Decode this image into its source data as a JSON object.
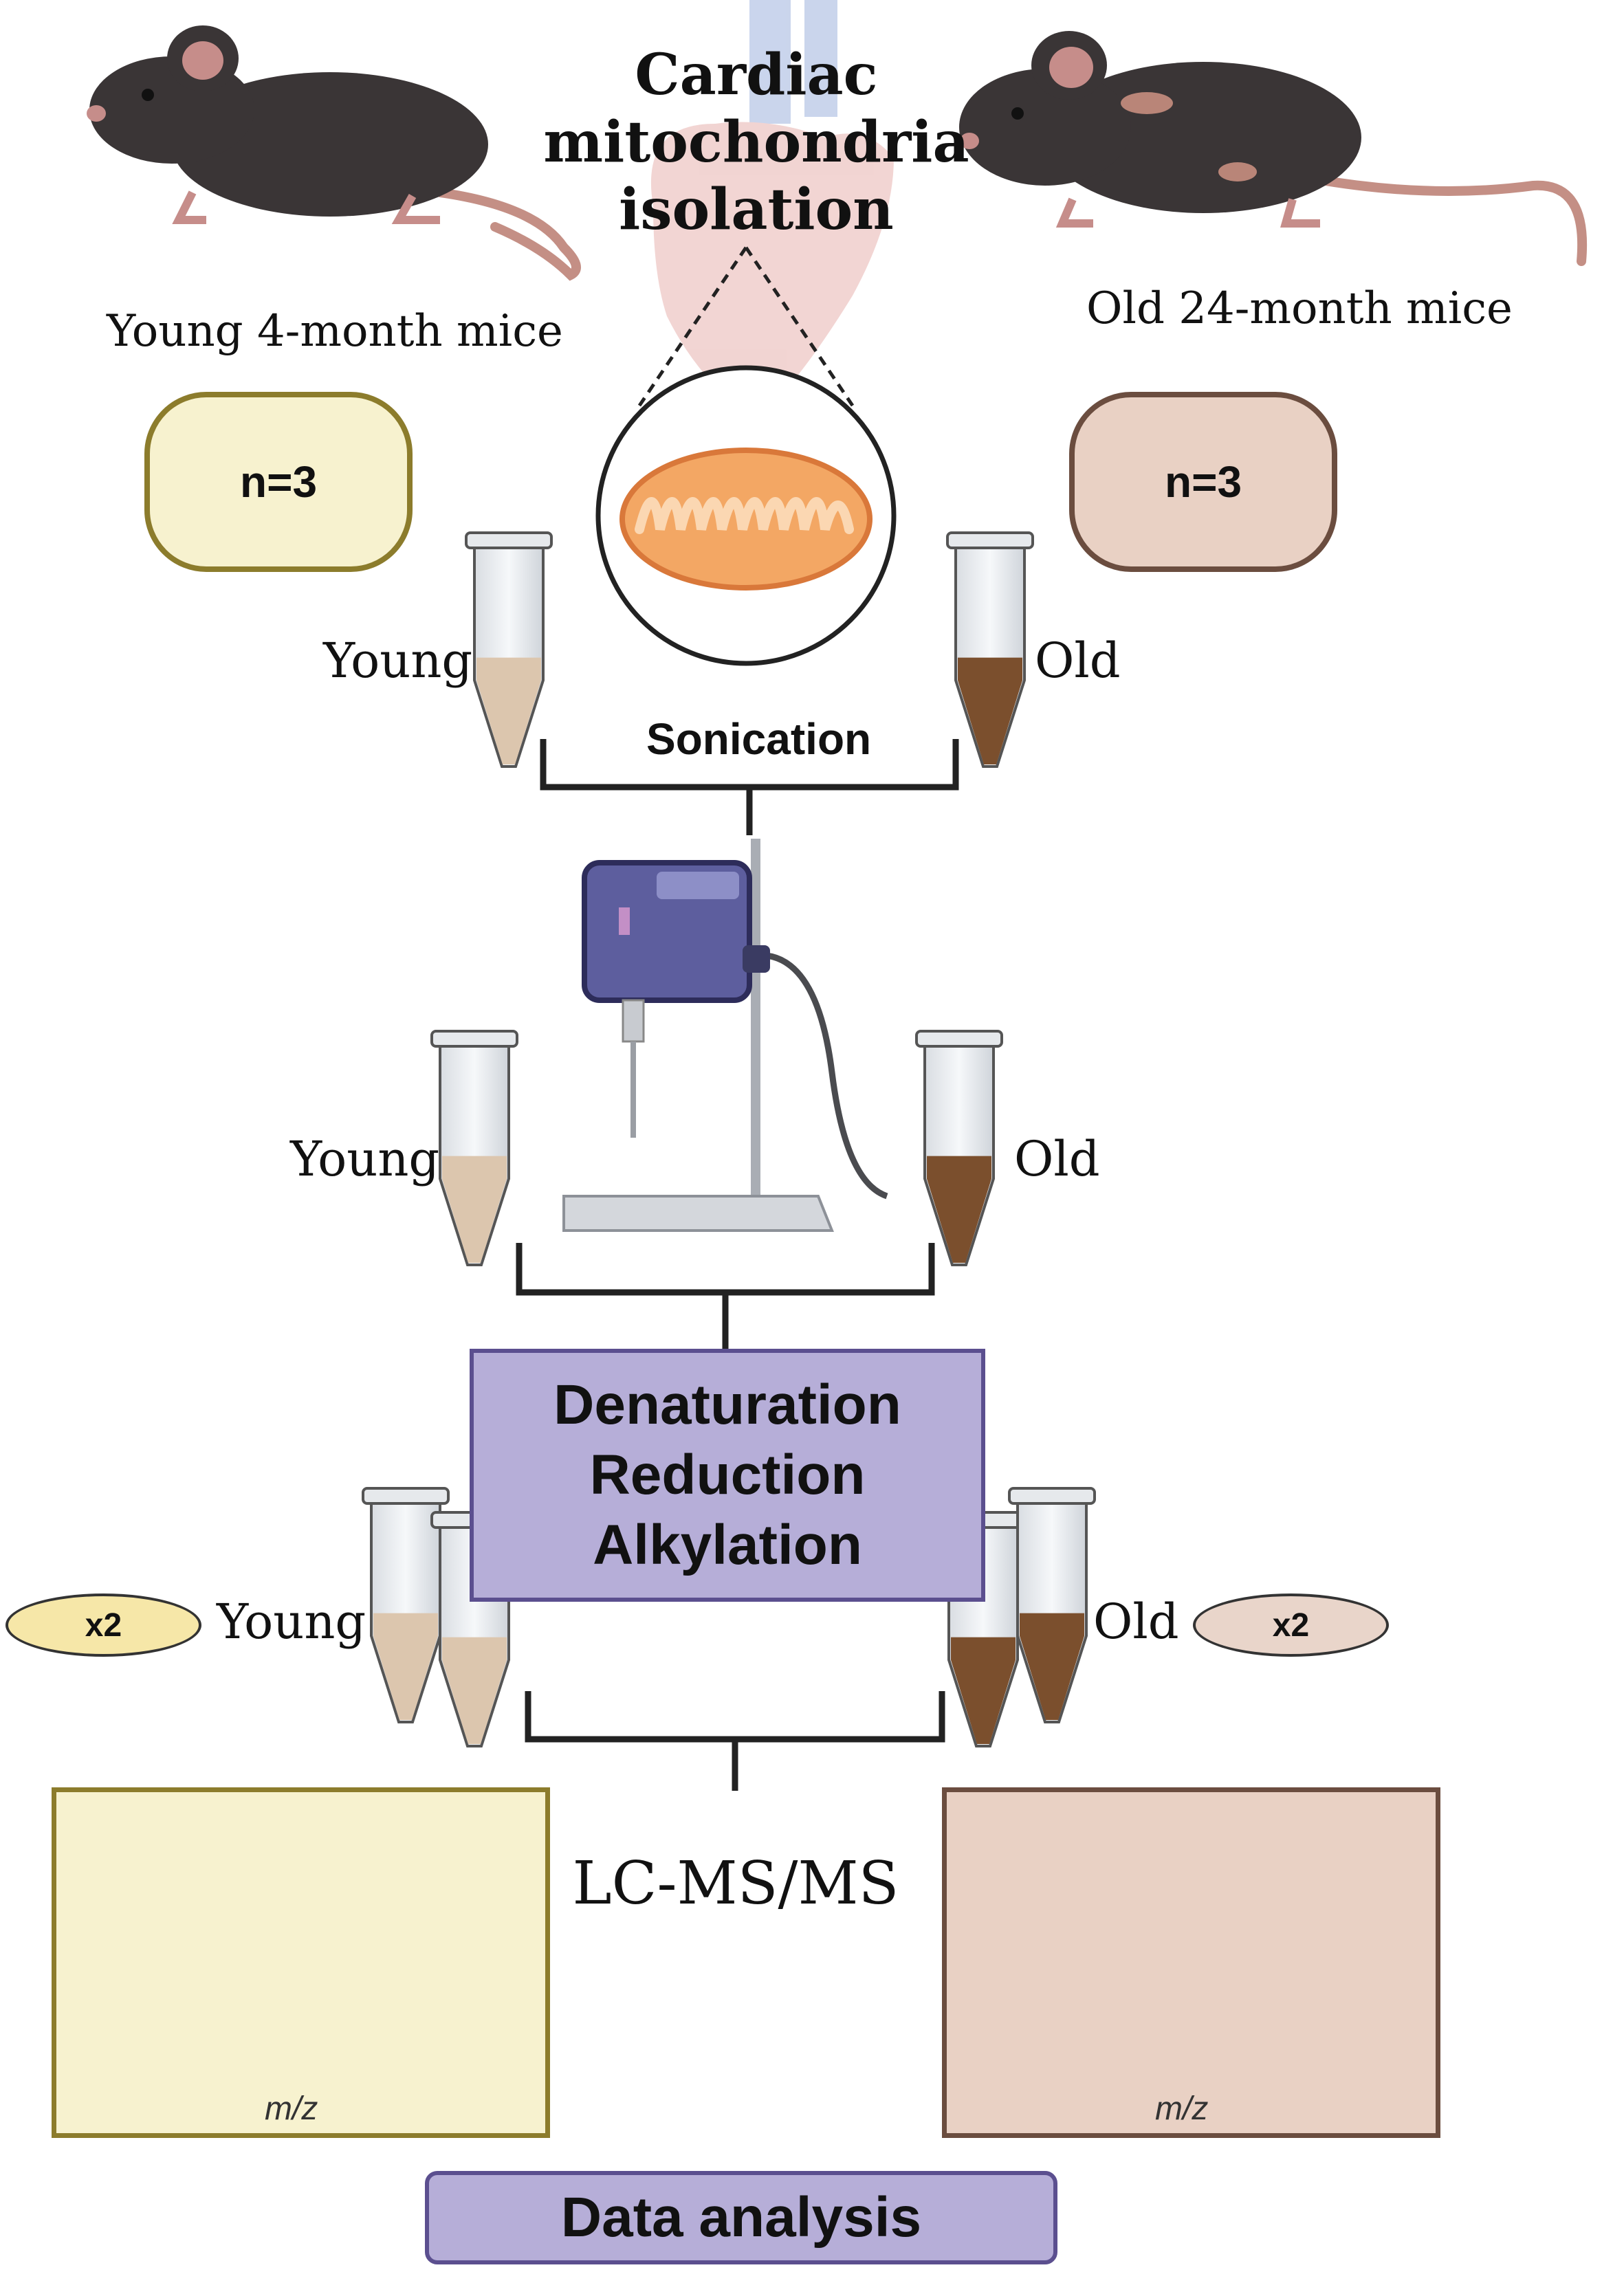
{
  "title": [
    "Cardiac",
    "mitochondria",
    "isolation"
  ],
  "young_mice_label": "Young 4-month mice",
  "old_mice_label": "Old 24-month mice",
  "young_count": "n=3",
  "old_count": "n=3",
  "young_label": "Young",
  "old_label": "Old",
  "sonication_label": "Sonication",
  "processing_steps": [
    "Denaturation",
    "Reduction",
    "Alkylation"
  ],
  "replicate_young": "x2",
  "replicate_old": "x2",
  "lcms_label": "LC-MS/MS",
  "mz_label": "m/z",
  "data_analysis_label": "Data analysis",
  "colors": {
    "young_fill": "#f7f2cf",
    "young_border": "#8c7c2c",
    "old_fill": "#e9d1c4",
    "old_border": "#6b4d3f",
    "young_liquid": "#dcc6ae",
    "old_liquid": "#7b4f2d",
    "process_box": "#b6aed8",
    "young_peak": "#1e8a6c",
    "old_peak": "#c2338f"
  },
  "icons": [
    "young-mouse-icon",
    "old-mouse-icon",
    "heart-icon",
    "mitochondrion-icon",
    "tube-icon",
    "sonicator-icon",
    "mass-spectrum-icon"
  ]
}
